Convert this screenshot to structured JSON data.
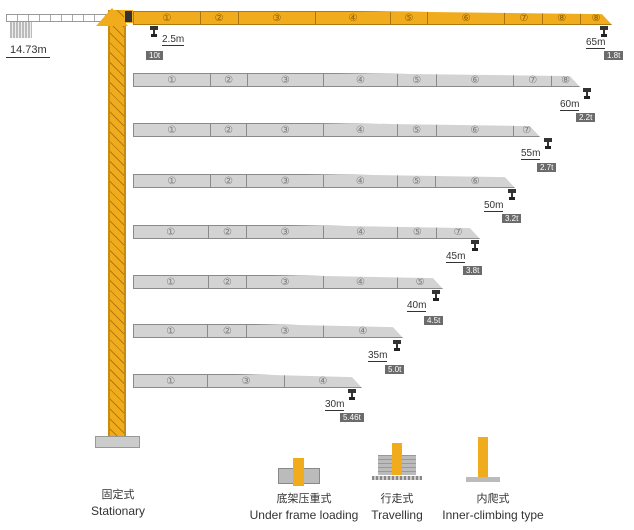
{
  "counter_jib": {
    "length": "14.73m"
  },
  "max_load": {
    "radius": "2.5m",
    "load": "10t"
  },
  "jibs": [
    {
      "radius": "65m",
      "tip_load": "1.8t",
      "sections": [
        "①",
        "②",
        "③",
        "④",
        "⑤",
        "⑥",
        "⑦",
        "⑧",
        "⑧"
      ]
    },
    {
      "radius": "60m",
      "tip_load": "2.2t",
      "sections": [
        "①",
        "②",
        "③",
        "④",
        "⑤",
        "⑥",
        "⑦",
        "⑧"
      ]
    },
    {
      "radius": "55m",
      "tip_load": "2.7t",
      "sections": [
        "①",
        "②",
        "③",
        "④",
        "⑤",
        "⑥",
        "⑦"
      ]
    },
    {
      "radius": "50m",
      "tip_load": "3.2t",
      "sections": [
        "①",
        "②",
        "③",
        "④",
        "⑤",
        "⑥"
      ]
    },
    {
      "radius": "45m",
      "tip_load": "3.8t",
      "sections": [
        "①",
        "②",
        "③",
        "④",
        "⑤",
        "⑦"
      ]
    },
    {
      "radius": "40m",
      "tip_load": "4.5t",
      "sections": [
        "①",
        "②",
        "③",
        "④",
        "⑤"
      ]
    },
    {
      "radius": "35m",
      "tip_load": "5.0t",
      "sections": [
        "①",
        "②",
        "③",
        "④"
      ]
    },
    {
      "radius": "30m",
      "tip_load": "5.46t",
      "sections": [
        "①",
        "③",
        "④"
      ]
    }
  ],
  "base_types": [
    {
      "zh": "固定式",
      "en": "Stationary"
    },
    {
      "zh": "底架压重式",
      "en": "Under frame loading"
    },
    {
      "zh": "行走式",
      "en": "Travelling"
    },
    {
      "zh": "内爬式",
      "en": "Inner-climbing type"
    }
  ]
}
